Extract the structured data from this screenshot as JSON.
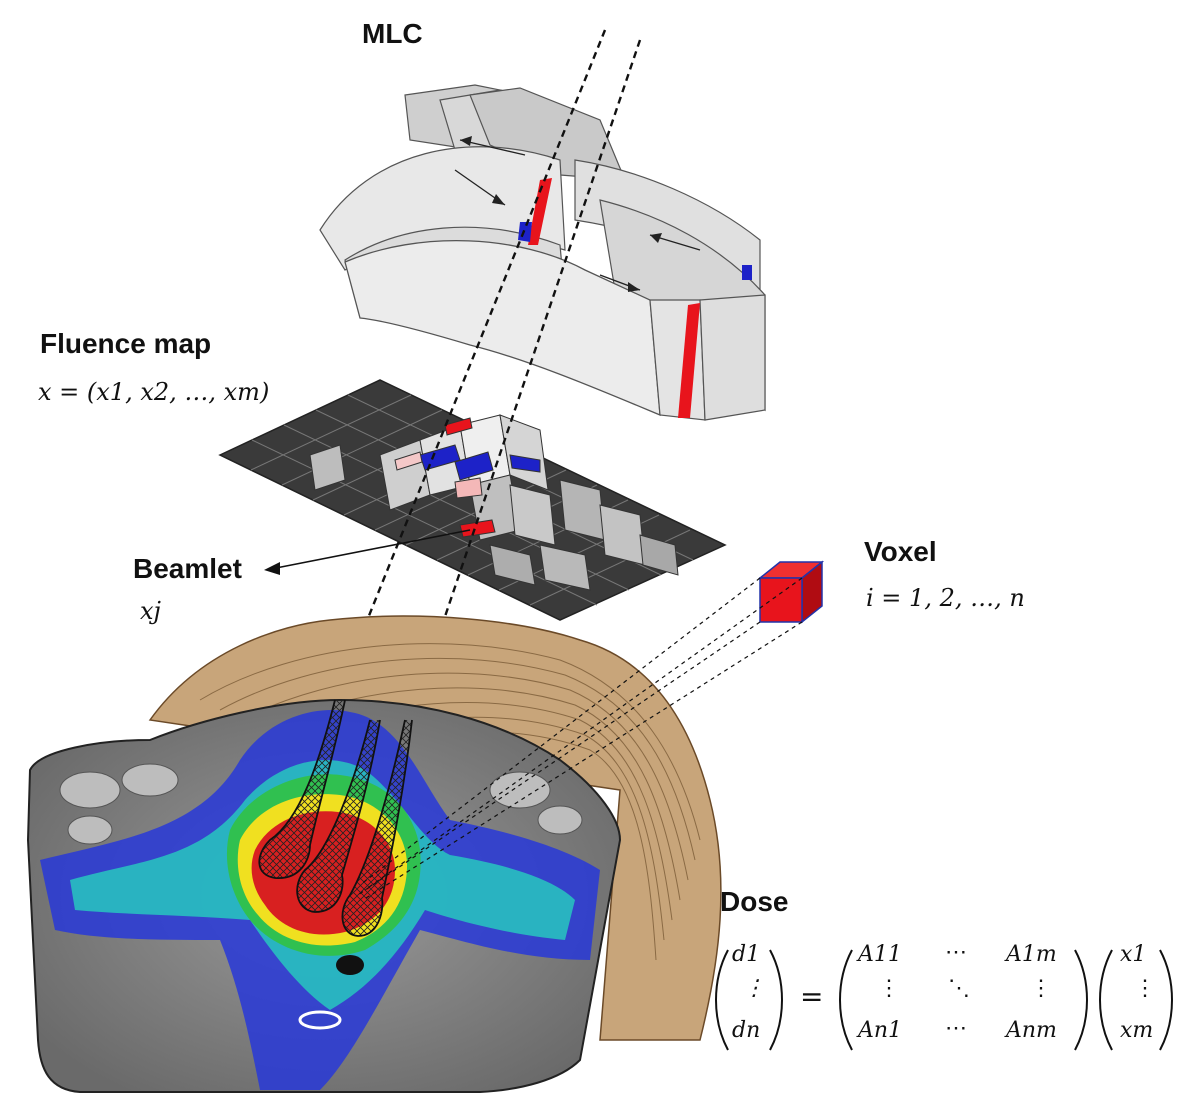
{
  "labels": {
    "mlc": "MLC",
    "fluence_map": "Fluence map",
    "fluence_formula": "x = (x1, x2, …, xm)",
    "beamlet": "Beamlet",
    "beamlet_symbol": "xj",
    "voxel": "Voxel",
    "voxel_formula": "i = 1, 2, …, n",
    "dose": "Dose"
  },
  "dose_equation": {
    "lhs": [
      "d1",
      "⋮",
      "dn"
    ],
    "equals": "=",
    "matrix": [
      [
        "A11",
        "⋯",
        "A1m"
      ],
      [
        "⋮",
        "⋱",
        "⋮"
      ],
      [
        "An1",
        "⋯",
        "Anm"
      ]
    ],
    "rhs": [
      "x1",
      "⋮",
      "xm"
    ]
  },
  "colors": {
    "mlc_leaf": "#e6e6e6",
    "mlc_highlight_red": "#e8141c",
    "mlc_highlight_blue": "#1d22c8",
    "fluence_base": "#3a3a3a",
    "voxel": "#e8141c",
    "skin": "#c8a57a",
    "dose_high": "#d82020",
    "dose_mid": "#f0e020",
    "dose_low": "#28c0c0",
    "dose_lowest": "#2838d8"
  }
}
